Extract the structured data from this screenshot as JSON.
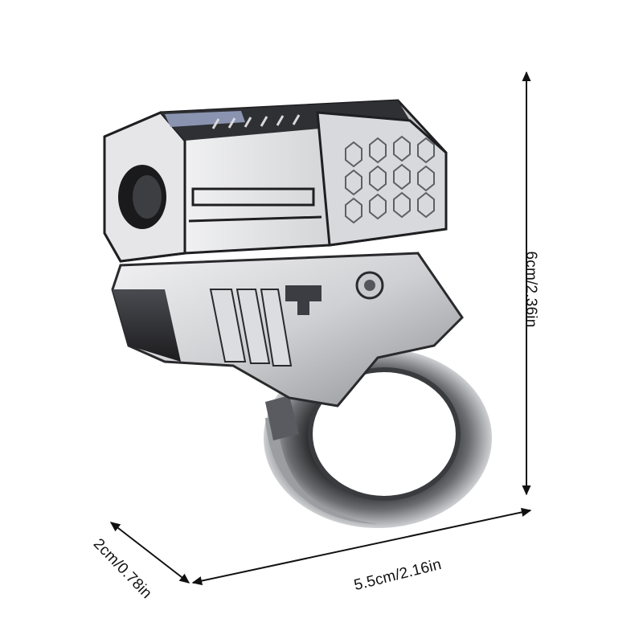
{
  "product": {
    "name": "",
    "finish_colors": {
      "light": "#e8e8ea",
      "mid": "#b9babd",
      "dark": "#2b2b2e",
      "accent": "#9aa6c8"
    }
  },
  "dimensions": {
    "height": "6cm/2.36in",
    "width": "5.5cm/2.16in",
    "depth": "2cm/0.78in"
  }
}
